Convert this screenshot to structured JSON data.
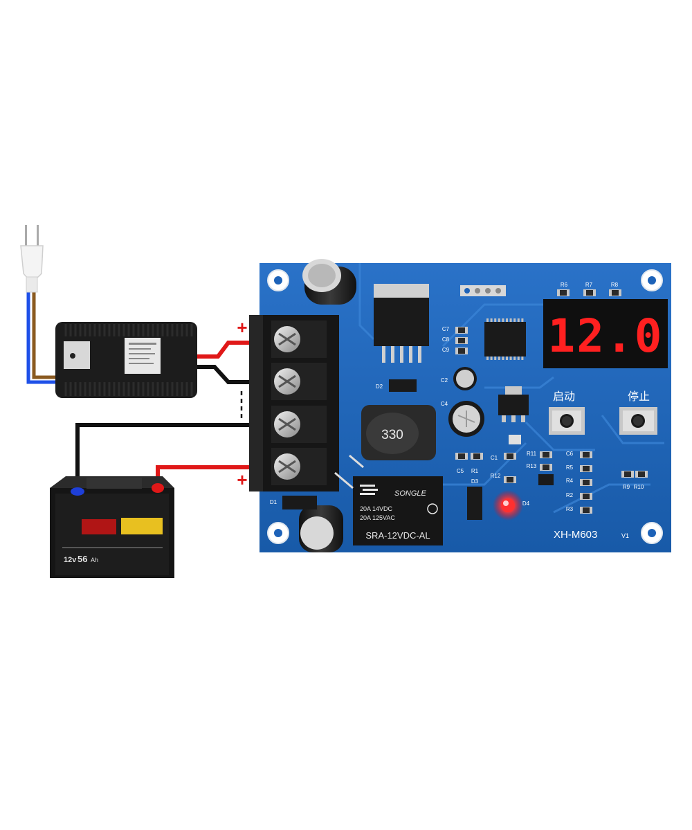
{
  "pcb": {
    "model": "XH-M603",
    "version": "V1",
    "display_value": "12.0",
    "start_label": "启动",
    "stop_label": "停止",
    "inductor_label": "330",
    "relay": {
      "brand": "SONGLE",
      "line1": "20A 14VDC",
      "line2": "20A 125VAC",
      "model": "SRA-12VDC-AL"
    },
    "silkscreen": {
      "r6": "R6",
      "r7": "R7",
      "r8": "R8",
      "c7": "C7",
      "c8": "C8",
      "c9": "C9",
      "c2": "C2",
      "c4": "C4",
      "c5": "C5",
      "r1": "R1",
      "c1": "C1",
      "d1": "D1",
      "d2": "D2",
      "d3": "D3",
      "d4": "D4",
      "r12": "R12",
      "r11": "R11",
      "r13": "R13",
      "c6": "C6",
      "r5": "R5",
      "r4": "R4",
      "r2": "R2",
      "r3": "R3",
      "r9": "R9",
      "r10": "R10"
    }
  },
  "wiring": {
    "plus_top": "+",
    "plus_bottom": "+"
  },
  "battery": {
    "voltage": "12v",
    "capacity": "56",
    "unit": "Ah"
  },
  "colors": {
    "pcb_blue": "#1d62b8",
    "display_red": "#ff2020",
    "wire_red": "#e01818",
    "wire_black": "#111111"
  }
}
